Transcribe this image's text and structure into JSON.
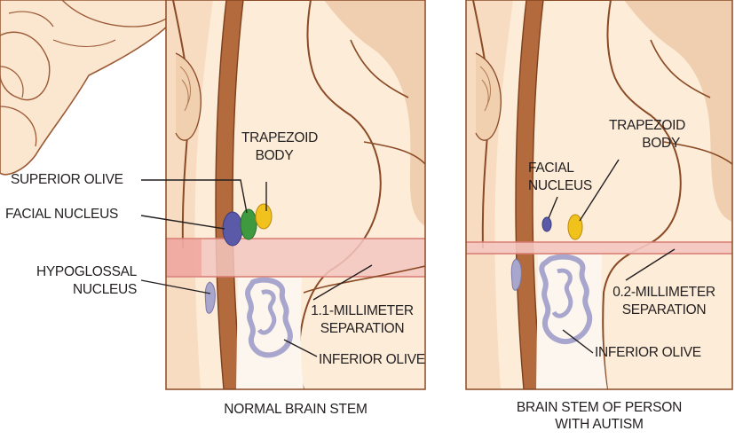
{
  "left_panel": {
    "labels": {
      "trapezoid_body": "TRAPEZOID BODY",
      "superior_olive": "SUPERIOR OLIVE",
      "facial_nucleus": "FACIAL NUCLEUS",
      "hypoglossal_nucleus": "HYPOGLOSSAL NUCLEUS",
      "separation": "1.1-MILLIMETER SEPARATION",
      "inferior_olive": "INFERIOR OLIVE"
    },
    "caption": "NORMAL BRAIN STEM"
  },
  "right_panel": {
    "labels": {
      "trapezoid_body": "TRAPEZOID BODY",
      "facial_nucleus": "FACIAL NUCLEUS",
      "separation": "0.2-MILLIMETER SEPARATION",
      "inferior_olive": "INFERIOR OLIVE"
    },
    "caption": "BRAIN STEM OF PERSON WITH AUTISM"
  },
  "colors": {
    "facial_nucleus": "#5a5aa8",
    "superior_olive": "#3f9a3f",
    "trapezoid_body": "#f2c21c",
    "separation_band": "#f3c7c0",
    "inferior_olive": "#a8a6cc",
    "brain_outline": "#8a4a26",
    "tissue": "#fcecd8"
  }
}
